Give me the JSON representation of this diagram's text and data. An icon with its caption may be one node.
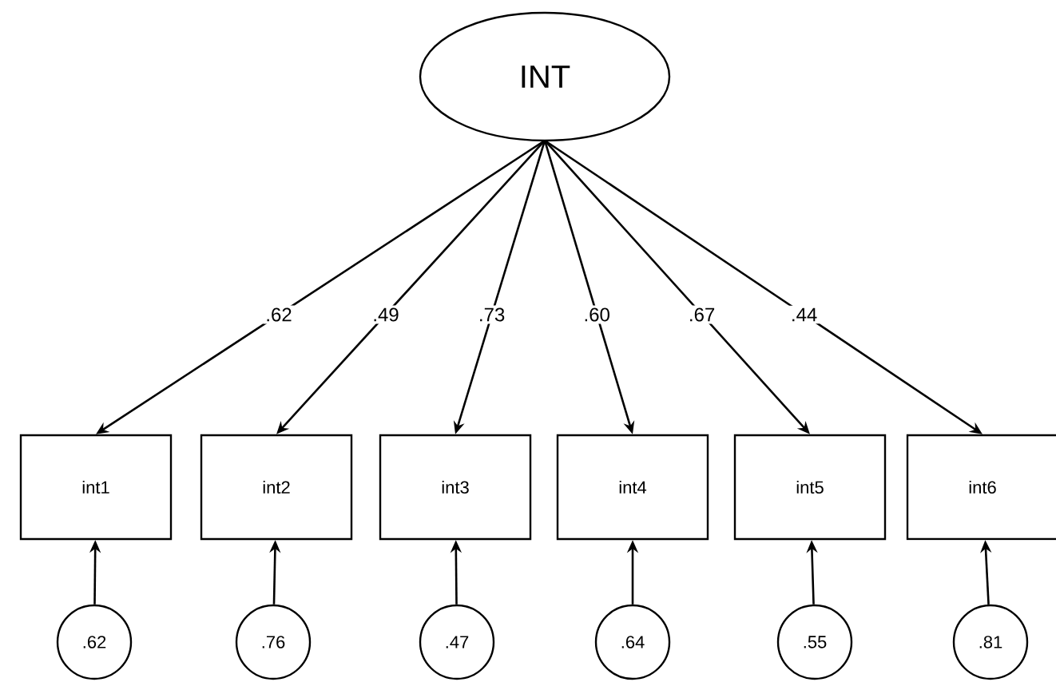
{
  "diagram": {
    "nodes": [
      {
        "text": [
          "INT"
        ]
      },
      {
        "text": [
          "int1"
        ]
      },
      {
        "text": [
          "int2"
        ]
      },
      {
        "text": [
          "int3"
        ]
      },
      {
        "text": [
          "int4"
        ]
      },
      {
        "text": [
          "int5"
        ]
      },
      {
        "text": [
          "int6"
        ]
      },
      {
        "text": [
          ".62"
        ]
      },
      {
        "text": [
          ".76"
        ]
      },
      {
        "text": [
          ".47"
        ]
      },
      {
        "text": [
          ".64"
        ]
      },
      {
        "text": [
          ".55"
        ]
      },
      {
        "text": [
          ".81"
        ]
      }
    ],
    "edges": [
      {
        "from": 0,
        "to": 1,
        "arrow": "to",
        "label": ".62"
      },
      {
        "from": 0,
        "to": 2,
        "arrow": "to",
        "label": ".49"
      },
      {
        "from": 0,
        "to": 3,
        "arrow": "to",
        "label": ".73"
      },
      {
        "from": 0,
        "to": 4,
        "arrow": "to",
        "label": ".60"
      },
      {
        "from": 0,
        "to": 5,
        "arrow": "to",
        "label": ".67"
      },
      {
        "from": 0,
        "to": 6,
        "arrow": "to",
        "label": ".44"
      },
      {
        "from": 7,
        "to": 1,
        "arrow": "to"
      },
      {
        "from": 8,
        "to": 2,
        "arrow": "to"
      },
      {
        "from": 9,
        "to": 3,
        "arrow": "to"
      },
      {
        "from": 10,
        "to": 4,
        "arrow": "to"
      },
      {
        "from": 11,
        "to": 5,
        "arrow": "to"
      },
      {
        "from": 12,
        "to": 6,
        "arrow": "to"
      }
    ]
  }
}
